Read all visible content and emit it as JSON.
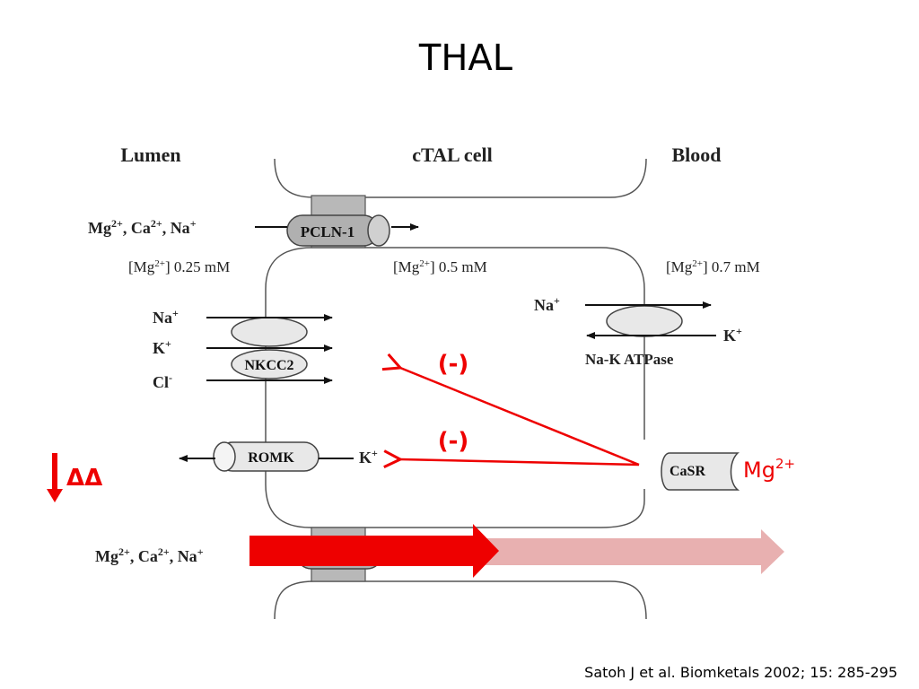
{
  "slide": {
    "title": "THAL",
    "citation": "Satoh J et al. Biomketals 2002; 15: 285-295"
  },
  "diagram": {
    "headers": {
      "lumen": "Lumen",
      "cell": "cTAL cell",
      "blood": "Blood"
    },
    "paracellular_top": {
      "ions": [
        "Mg",
        "2+",
        ", Ca",
        "2+",
        ", Na",
        "+"
      ],
      "channel_label": "PCLN-1"
    },
    "concentrations": {
      "lumen": [
        "[Mg",
        "2+",
        "] 0.25 mM"
      ],
      "cell": [
        "[Mg",
        "2+",
        "] 0.5 mM"
      ],
      "blood": [
        "[Mg",
        "2+",
        "] 0.7 mM"
      ]
    },
    "nkcc2": {
      "label": "NKCC2",
      "ions": [
        [
          "Na",
          "+"
        ],
        [
          "K",
          "+"
        ],
        [
          "Cl",
          "-"
        ]
      ]
    },
    "atpase": {
      "label": "Na-K ATPase",
      "ion_in": [
        "Na",
        "+"
      ],
      "ion_out": [
        "K",
        "+"
      ]
    },
    "romk": {
      "label": "ROMK",
      "ion": [
        "K",
        "+"
      ]
    },
    "casr": {
      "label": "CaSR",
      "ligand": [
        "Mg",
        "2+"
      ]
    },
    "inhibition": {
      "upper": "(-)",
      "lower": "(-)"
    },
    "voltage_effect": {
      "label": "ΔΔ"
    },
    "paracellular_bottom": {
      "ions": [
        "Mg",
        "2+",
        ", Ca",
        "2+",
        ", Na",
        "+"
      ]
    },
    "colors": {
      "accent_red": "#ee0000",
      "faded_red": "#e8b0b0",
      "membrane_gray": "#555555",
      "channel_fill": "#b8b8b8"
    }
  }
}
